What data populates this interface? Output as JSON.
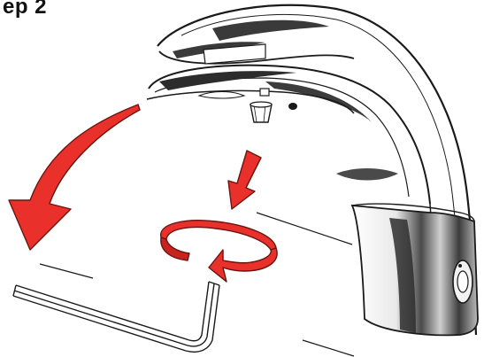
{
  "step": {
    "title": "ep 2"
  },
  "colors": {
    "arrow_fill": "#e9302b",
    "arrow_stroke": "#6b1410",
    "line": "#1a1a1a",
    "chrome_dark": "#3c3c3c",
    "chrome_mid": "#8a8a8a",
    "background": "#ffffff"
  },
  "icons": {
    "faucet": "sensor-faucet-illustration",
    "arrow_curved": "curved-arrow-down-left",
    "arrow_down": "straight-arrow-down",
    "arrow_rotate": "rotate-arrow",
    "hex_key": "allen-key"
  }
}
